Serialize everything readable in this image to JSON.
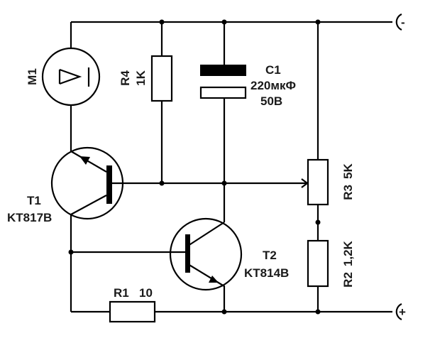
{
  "components": {
    "motor": {
      "ref": "M1"
    },
    "r4": {
      "ref": "R4",
      "value": "1K"
    },
    "c1": {
      "ref": "C1",
      "value": "220мкФ",
      "voltage": "50В"
    },
    "r3": {
      "ref": "R3",
      "value": "5K"
    },
    "r2": {
      "ref": "R2",
      "value": "1,2K"
    },
    "r1": {
      "ref": "R1",
      "value": "10"
    },
    "t1": {
      "ref": "T1",
      "type": "KT817B"
    },
    "t2": {
      "ref": "T2",
      "type": "KT814B"
    }
  },
  "terminals": {
    "negative": "-",
    "positive": "+"
  }
}
